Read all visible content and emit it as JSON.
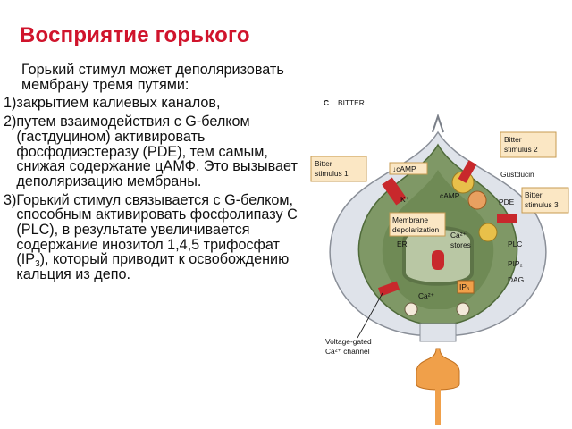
{
  "title": "Восприятие горького",
  "intro": "Горький стимул может деполяризовать мембрану тремя путями:",
  "items": [
    {
      "num": "1)",
      "text": "закрытием калиевых каналов,"
    },
    {
      "num": "2)",
      "text": "путем взаимодействия с G-белком (гастдуцином) активировать фосфодиэстеразу (PDE), тем самым, снижая содержание цАМФ. Это вызывает деполяризацию мембраны."
    },
    {
      "num": "3)",
      "text_before": "Горький стимул связывается с G-белком, способным активировать фосфолипазу С (PLC), в результате увеличивается содержание инозитол 1,4,5 трифосфат (IP",
      "sub": "3",
      "text_after": "), который приводит к освобождению кальция из депо."
    }
  ],
  "figure": {
    "panel_letter": "C",
    "panel_title": "BITTER",
    "labels": {
      "stim1": [
        "Bitter",
        "stimulus 1"
      ],
      "stim2": [
        "Bitter",
        "stimulus 2"
      ],
      "stim3": [
        "Bitter",
        "stimulus 3"
      ],
      "camp": "↓cAMP",
      "k": "K⁺",
      "camp_small": "cAMP",
      "gustducin": "Gustducin",
      "pde": "PDE",
      "membrane": [
        "Membrane",
        "depolarization"
      ],
      "ca_stores": [
        "Ca²⁺",
        "stores"
      ],
      "er": "ER",
      "plc": "PLC",
      "pip2": "PIP₂",
      "dag": "DAG",
      "ip3": "IP₃",
      "ca": "Ca²⁺",
      "vgcc": [
        "Voltage-gated",
        "Ca²⁺ channel"
      ]
    },
    "colors": {
      "cell_outer": "#dfe3ea",
      "cell_inner": "#8ea07a",
      "cytoplasm": "#6f8a55",
      "stimulus_box": "#fbe7c4",
      "red_element": "#c8282c",
      "nerve": "#f0a04a"
    }
  }
}
